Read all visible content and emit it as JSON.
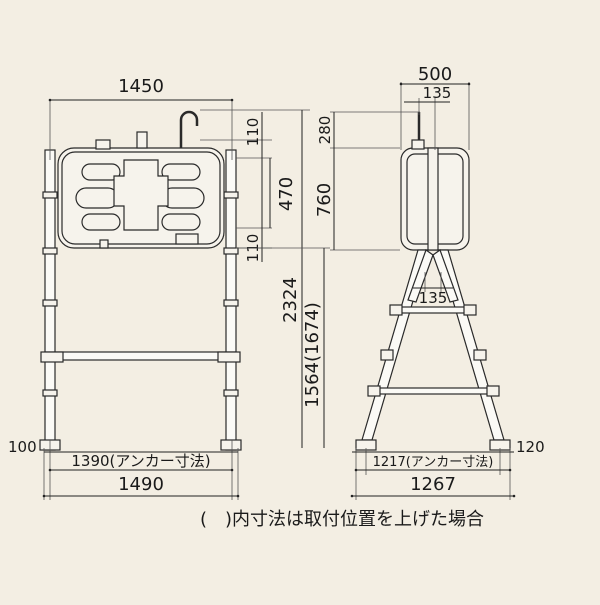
{
  "front_view": {
    "tank_width": "1450",
    "stand_width_total": "1490",
    "anchor_span": "1390(アンカー寸法)",
    "foot_offset": "100",
    "height_top_gap": "110",
    "height_mid": "470",
    "height_bottom_gap": "110",
    "height_total": "2324",
    "height_stand": "1564(1674)"
  },
  "side_view": {
    "tank_depth": "500",
    "pipe_offset_top": "135",
    "height_top": "280",
    "height_tank": "760",
    "pipe_offset_mid": "135",
    "anchor_span": "1217(アンカー寸法)",
    "foot_offset": "120",
    "stand_depth_total": "1267"
  },
  "note": "(　)内寸法は取付位置を上げた場合"
}
